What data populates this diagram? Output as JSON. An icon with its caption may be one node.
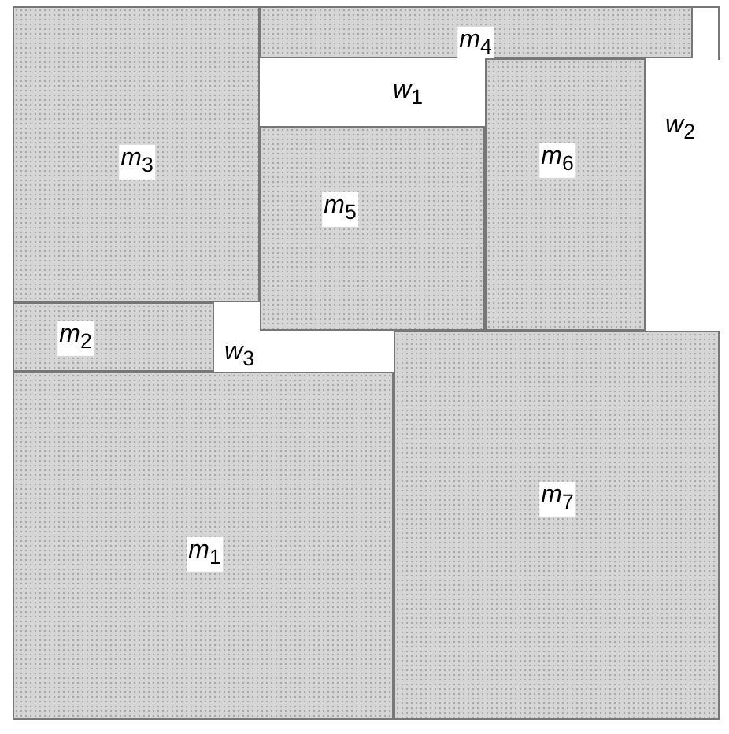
{
  "diagram": {
    "nodes": [
      {
        "text": [
          "*m*$_{4}$"
        ]
      },
      {
        "text": [
          "*w*$_{1}$"
        ]
      },
      {
        "text": [
          "*m*$_{3}$"
        ]
      },
      {
        "text": [
          "*m*$_{5}$"
        ]
      },
      {
        "text": [
          "*m*$_{6}$"
        ]
      },
      {
        "text": [
          "*w*$_{2}$"
        ]
      },
      {
        "text": [
          "*m*$_{2}$"
        ]
      },
      {
        "text": [
          "*w*$_{3}$"
        ]
      },
      {
        "text": [
          "*m*$_{1}$"
        ]
      },
      {
        "text": [
          "*m*$_{7}$"
        ]
      }
    ]
  }
}
